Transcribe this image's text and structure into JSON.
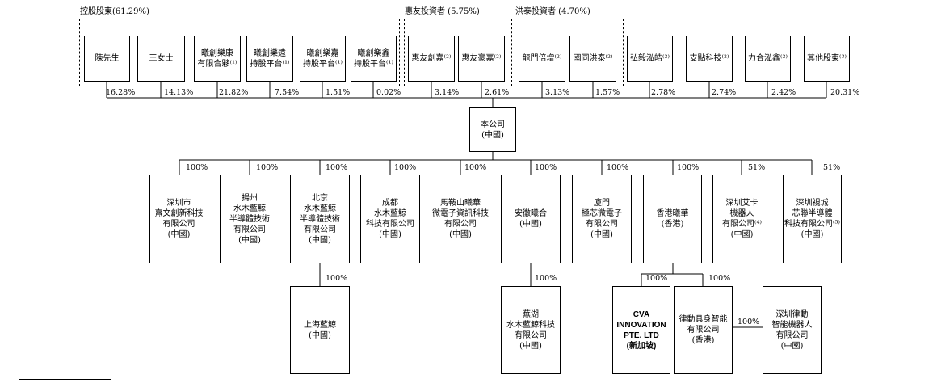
{
  "groups": [
    {
      "id": "controlling",
      "label": "控股股東(61.29%)"
    },
    {
      "id": "huiyou",
      "label": "惠友投資者 (5.75%)"
    },
    {
      "id": "hongtai",
      "label": "洪泰投資者 (4.70%)"
    }
  ],
  "shareholders": [
    {
      "id": "chen",
      "name": "陳先生",
      "pct": "16.28%"
    },
    {
      "id": "wang",
      "name": "王女士",
      "pct": "14.13%"
    },
    {
      "id": "kang",
      "name": "曦創樂康\n有限合夥⁽¹⁾",
      "pct": "21.82%"
    },
    {
      "id": "yuan",
      "name": "曦創樂遠\n持股平台⁽¹⁾",
      "pct": "7.54%"
    },
    {
      "id": "jia",
      "name": "曦創樂嘉\n持股平台⁽¹⁾",
      "pct": "1.51%"
    },
    {
      "id": "xin",
      "name": "曦創樂鑫\n持股平台⁽¹⁾",
      "pct": "0.02%"
    },
    {
      "id": "hyc",
      "name": "惠友創嘉⁽²⁾",
      "pct": "3.14%"
    },
    {
      "id": "hyh",
      "name": "惠友豪嘉⁽²⁾",
      "pct": "2.61%"
    },
    {
      "id": "lmb",
      "name": "龍門倍增⁽²⁾",
      "pct": "3.13%"
    },
    {
      "id": "gth",
      "name": "國同洪泰⁽²⁾",
      "pct": "1.57%"
    },
    {
      "id": "hyk",
      "name": "弘毅泓皓⁽²⁾",
      "pct": "2.78%"
    },
    {
      "id": "zdk",
      "name": "支點科技⁽²⁾",
      "pct": "2.74%"
    },
    {
      "id": "lhh",
      "name": "力合泓鑫⁽²⁾",
      "pct": "2.42%"
    },
    {
      "id": "oth",
      "name": "其他股東⁽³⁾",
      "pct": "20.31%"
    }
  ],
  "company": {
    "name": "本公司\n(中國)"
  },
  "subsidiaries": [
    {
      "id": "s1",
      "name": "深圳市\n熹文創新科技\n有限公司\n(中國)",
      "pct": "100%"
    },
    {
      "id": "s2",
      "name": "揚州\n水木藍鯨\n半導體技術\n有限公司\n(中國)",
      "pct": "100%"
    },
    {
      "id": "s3",
      "name": "北京\n水木藍鯨\n半導體技術\n有限公司\n(中國)",
      "pct": "100%"
    },
    {
      "id": "s4",
      "name": "成都\n水木藍鯨\n科技有限公司\n(中國)",
      "pct": "100%"
    },
    {
      "id": "s5",
      "name": "馬鞍山曦華\n微電子資訊科技\n有限公司\n(中國)",
      "pct": "100%"
    },
    {
      "id": "s6",
      "name": "安徽曦合\n(中國)",
      "pct": "100%"
    },
    {
      "id": "s7",
      "name": "廈門\n極芯微電子\n有限公司\n(中國)",
      "pct": "100%"
    },
    {
      "id": "s8",
      "name": "香港曦華\n(香港)",
      "pct": "100%"
    },
    {
      "id": "s9",
      "name": "深圳艾卡\n機器人\n有限公司⁽⁴⁾\n(中國)",
      "pct": "51%"
    },
    {
      "id": "s10",
      "name": "深圳視城\n芯聯半導體\n科技有限公司⁽⁵⁾\n(中國)",
      "pct": "51%"
    }
  ],
  "third_level": [
    {
      "id": "t1",
      "name": "上海藍鯨\n(中國)",
      "pct": "100%"
    },
    {
      "id": "t2",
      "name": "蕪湖\n水木藍鯨科技\n有限公司\n(中國)",
      "pct": "100%"
    },
    {
      "id": "t3",
      "name": "CVA\nINNOVATION\nPTE. LTD\n(新加坡)",
      "pct": "100%"
    },
    {
      "id": "t4",
      "name": "律動具身智能\n有限公司\n(香港)",
      "pct": "100%"
    },
    {
      "id": "t5",
      "name": "深圳律動\n智能機器人\n有限公司\n(中國)",
      "pct": "100%"
    }
  ]
}
